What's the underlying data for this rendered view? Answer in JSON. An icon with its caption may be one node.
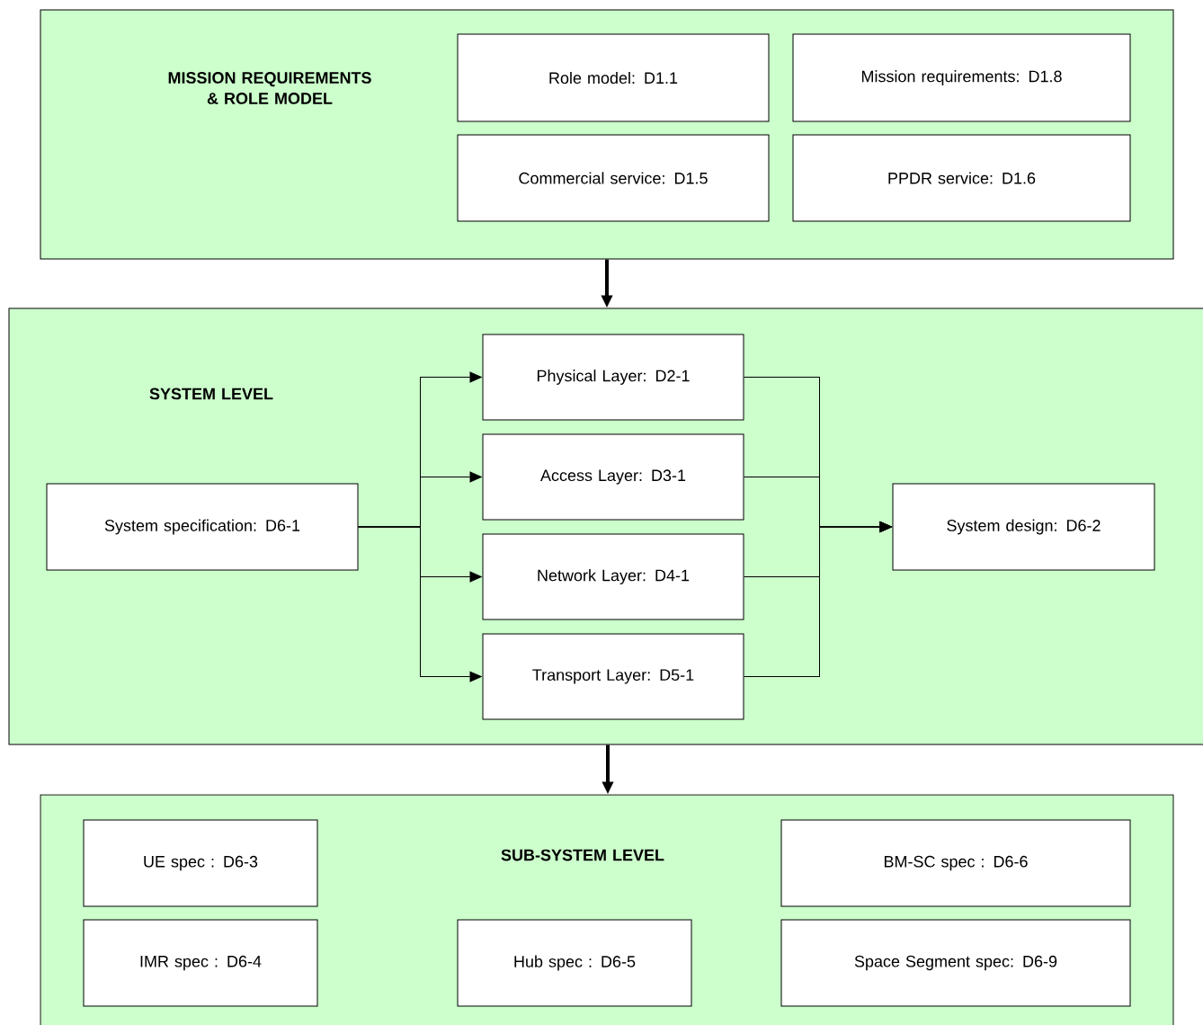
{
  "diagram": {
    "nodes": [
      {
        "text": [
          "MISSION REQUIREMENTS & ROLE MODEL"
        ]
      },
      {
        "text": [
          "Role model: D1.1"
        ],
        "in": 0
      },
      {
        "text": [
          "Mission requirements: D1.8"
        ],
        "in": 0
      },
      {
        "text": [
          "Commercial service: D1.5"
        ],
        "in": 0
      },
      {
        "text": [
          "PPDR service: D1.6"
        ],
        "in": 0
      },
      {
        "text": [
          "SYSTEM LEVEL"
        ]
      },
      {
        "text": [
          "System specification: D6-1"
        ],
        "in": 5
      },
      {
        "text": [
          "Physical Layer: D2-1"
        ],
        "in": 5
      },
      {
        "text": [
          "Access Layer: D3-1"
        ],
        "in": 5
      },
      {
        "text": [
          "Network Layer: D4-1"
        ],
        "in": 5
      },
      {
        "text": [
          "Transport Layer: D5-1"
        ],
        "in": 5
      },
      {
        "text": [
          "System design: D6-2"
        ],
        "in": 5
      },
      {
        "text": [
          "SUB-SYSTEM LEVEL"
        ]
      },
      {
        "text": [
          "UE spec : D6-3"
        ],
        "in": 12
      },
      {
        "text": [
          "BM-SC spec : D6-6"
        ],
        "in": 12
      },
      {
        "text": [
          "IMR spec : D6-4"
        ],
        "in": 12
      },
      {
        "text": [
          "Hub spec : D6-5"
        ],
        "in": 12
      },
      {
        "text": [
          "Space Segment spec: D6-9"
        ],
        "in": 12
      }
    ],
    "edges": [
      {
        "from": 0,
        "to": 5,
        "arrow": "to",
        "style": "thick"
      },
      {
        "from": 5,
        "to": 12,
        "arrow": "to",
        "style": "thick"
      },
      {
        "from": 6,
        "to": 7,
        "arrow": "to"
      },
      {
        "from": 6,
        "to": 8,
        "arrow": "to"
      },
      {
        "from": 6,
        "to": 9,
        "arrow": "to"
      },
      {
        "from": 6,
        "to": 10,
        "arrow": "to"
      },
      {
        "from": 7,
        "to": 11,
        "arrow": "to"
      },
      {
        "from": 8,
        "to": 11,
        "arrow": "to"
      },
      {
        "from": 9,
        "to": 11,
        "arrow": "to"
      },
      {
        "from": 10,
        "to": 11,
        "arrow": "to"
      }
    ]
  }
}
